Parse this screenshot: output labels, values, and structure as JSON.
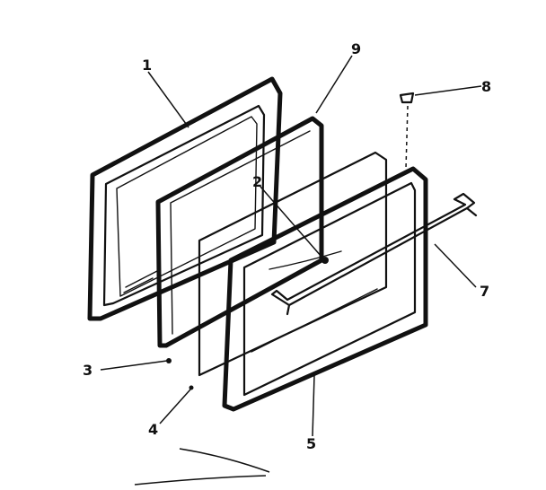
{
  "callouts": {
    "c1": "1",
    "c2": "2",
    "c3": "3",
    "c4": "4",
    "c5": "5",
    "c7": "7",
    "c8": "8",
    "c9": "9"
  },
  "colors": {
    "ink": "#111111",
    "background": "#ffffff"
  }
}
